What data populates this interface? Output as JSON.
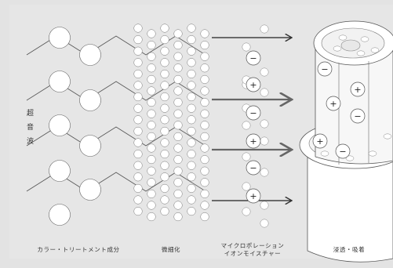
{
  "labels": {
    "ultrasound": [
      "超",
      "音",
      "波"
    ],
    "stage1": "カラー・トリートメント成分",
    "stage2": "微細化",
    "stage3_line1": "マイクロポレーション",
    "stage3_line2": "イオンモイスチャー",
    "stage4": "浸透・吸着"
  },
  "symbols": {
    "plus": "+",
    "minus": "−"
  },
  "colors": {
    "background": "#e3e3e3",
    "frame": "#e6e6e6",
    "line": "#444444",
    "particle": "#ffffff",
    "arrow_gray": "#777777"
  }
}
